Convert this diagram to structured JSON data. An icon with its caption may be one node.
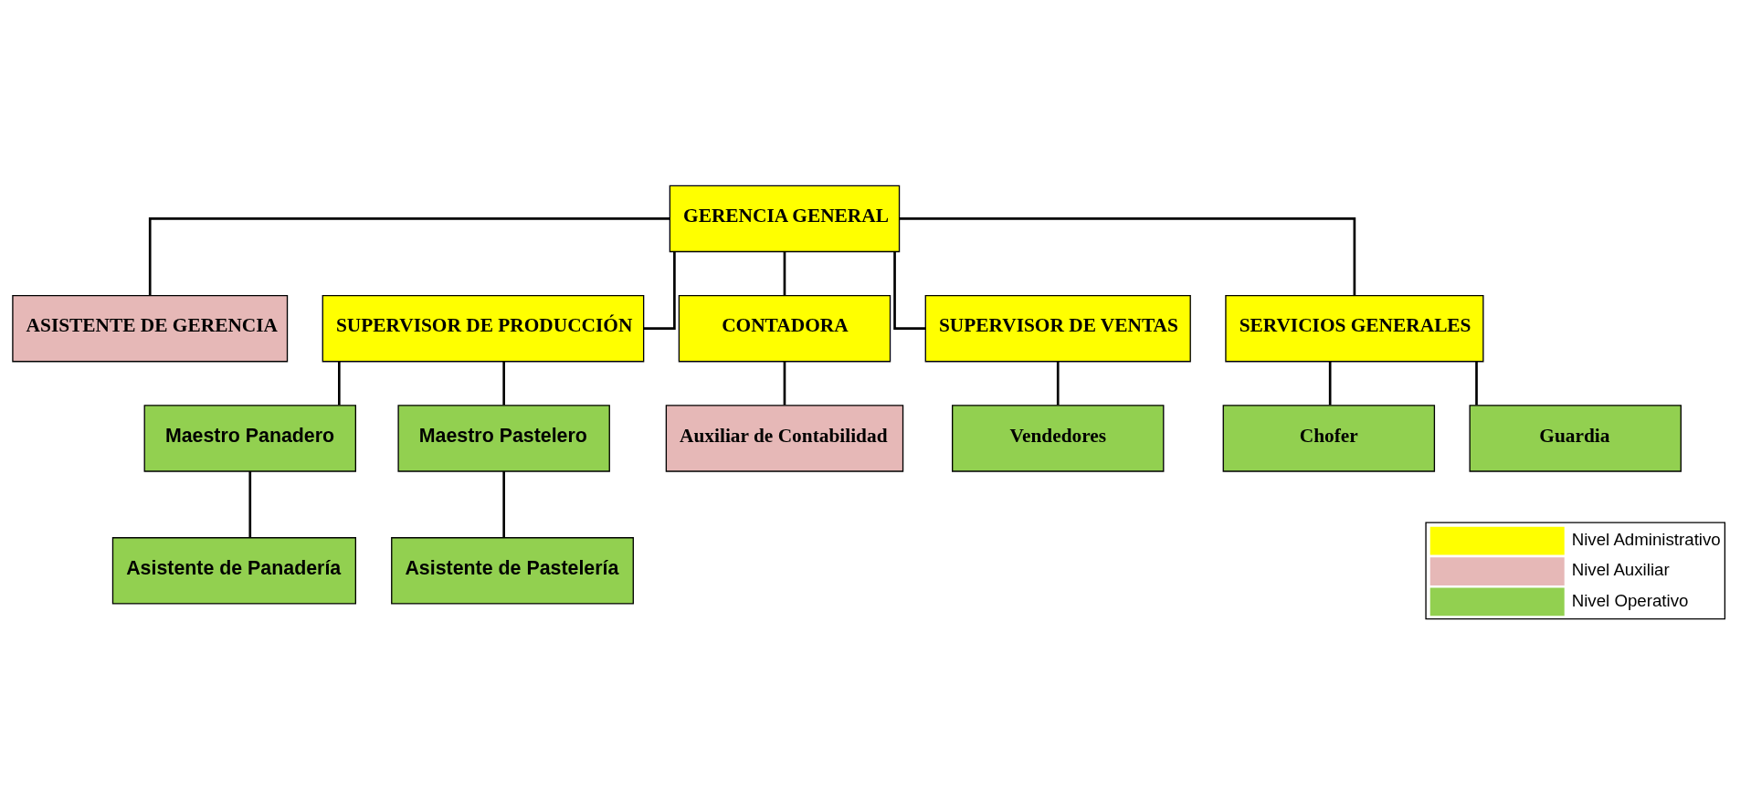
{
  "diagram": {
    "nodes": [
      {
        "text": [
          "GERENCIA GENERAL"
        ]
      },
      {
        "text": [
          "ASISTENTE DE GERENCIA"
        ]
      },
      {
        "text": [
          "SUPERVISOR DE PRODUCCIÓN"
        ]
      },
      {
        "text": [
          "CONTADORA"
        ]
      },
      {
        "text": [
          "SUPERVISOR DE VENTAS"
        ]
      },
      {
        "text": [
          "SERVICIOS GENERALES"
        ]
      },
      {
        "text": [
          "Maestro Panadero"
        ]
      },
      {
        "text": [
          "Maestro Pastelero"
        ]
      },
      {
        "text": [
          "Asistente de Panadería"
        ]
      },
      {
        "text": [
          "Asistente de Pastelería"
        ]
      },
      {
        "text": [
          "Auxiliar de Contabilidad"
        ]
      },
      {
        "text": [
          "Vendedores"
        ]
      },
      {
        "text": [
          "Chofer"
        ]
      },
      {
        "text": [
          "Guardia"
        ]
      }
    ],
    "edges": [
      {
        "from": 0,
        "to": 1,
        "arrow": "none"
      },
      {
        "from": 0,
        "to": 2,
        "arrow": "none"
      },
      {
        "from": 0,
        "to": 3,
        "arrow": "none"
      },
      {
        "from": 0,
        "to": 4,
        "arrow": "none"
      },
      {
        "from": 0,
        "to": 5,
        "arrow": "none"
      },
      {
        "from": 2,
        "to": 6,
        "arrow": "none"
      },
      {
        "from": 2,
        "to": 7,
        "arrow": "none"
      },
      {
        "from": 6,
        "to": 8,
        "arrow": "none"
      },
      {
        "from": 7,
        "to": 9,
        "arrow": "none"
      },
      {
        "from": 3,
        "to": 10,
        "arrow": "none"
      },
      {
        "from": 4,
        "to": 11,
        "arrow": "none"
      },
      {
        "from": 5,
        "to": 12,
        "arrow": "none"
      },
      {
        "from": 5,
        "to": 13,
        "arrow": "none"
      }
    ],
    "legend": [
      {
        "text": "Nivel Administrativo",
        "color": "#ffff00"
      },
      {
        "text": "Nivel Auxiliar",
        "color": "#e6b8b7"
      },
      {
        "text": "Nivel Operativo",
        "color": "#92d050"
      }
    ]
  }
}
